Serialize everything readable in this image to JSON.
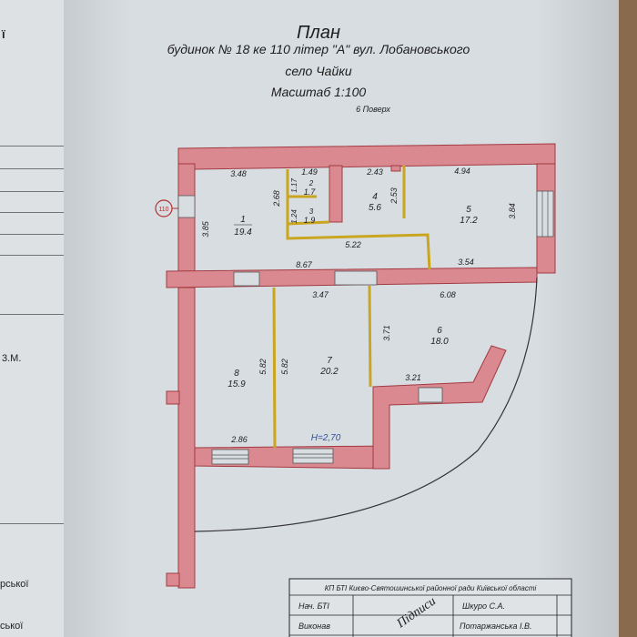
{
  "header": {
    "title": "План",
    "line1": "будинок № 18 ке 110 літер \"А\"   вул. Лобановського",
    "line2": "село Чайки",
    "scale": "Масштаб 1:100",
    "floor": "6 Поверх"
  },
  "left_sheet": {
    "frag1": "3.М.",
    "frag2": "рської",
    "frag3": "ської"
  },
  "plan": {
    "marker": "110",
    "height_label": "H=2,70",
    "rooms": [
      {
        "num": "1",
        "area": "19.4"
      },
      {
        "num": "2",
        "area": "1.7"
      },
      {
        "num": "3",
        "area": "1.9"
      },
      {
        "num": "4",
        "area": "5.6"
      },
      {
        "num": "5",
        "area": "17.2"
      },
      {
        "num": "6",
        "area": "18.0"
      },
      {
        "num": "7",
        "area": "20.2"
      },
      {
        "num": "8",
        "area": "15.9"
      }
    ],
    "dims": {
      "d348": "3.48",
      "d149": "1.49",
      "d243": "2.43",
      "d494": "4.94",
      "d268": "2.68",
      "d117": "1.17",
      "d124": "1.24",
      "d253": "2.53",
      "d385": "3.85",
      "d384": "3.84",
      "d522": "5.22",
      "d867": "8.67",
      "d354": "3.54",
      "d347": "3.47",
      "d608": "6.08",
      "d371": "3.71",
      "d582a": "5.82",
      "d582b": "5.82",
      "d321": "3.21",
      "d286": "2.86"
    }
  },
  "stamp": {
    "org": "КП БТІ Києво-Святошинської районної ради Київської області",
    "row1_label": "Нач. БТІ",
    "row1_name": "Шкуро С.А.",
    "row2_label": "Виконав",
    "row2_name": "Потаржанська І.В.",
    "signature": "Підписи"
  }
}
